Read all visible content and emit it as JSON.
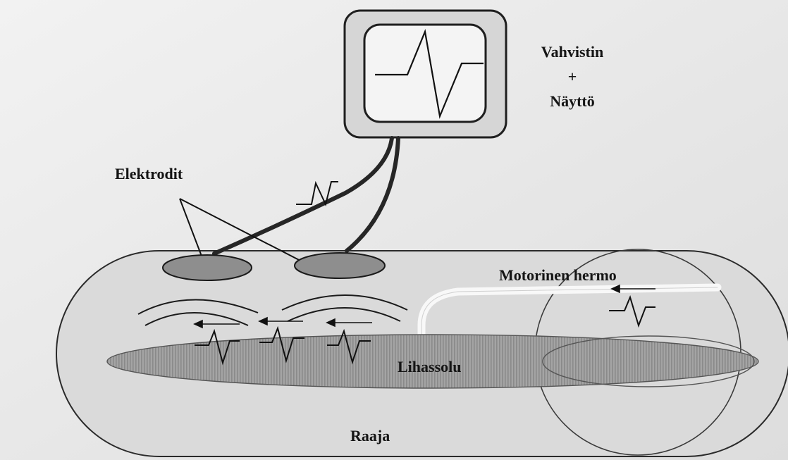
{
  "labels": {
    "amplifier_line1": "Vahvistin",
    "amplifier_line2": "+",
    "amplifier_line3": "Näyttö",
    "electrodes": "Elektrodit",
    "motor_nerve": "Motorinen hermo",
    "muscle_cell": "Lihassolu",
    "limb": "Raaja"
  },
  "colors": {
    "background": "#ececec",
    "limb_fill": "#dcdcdc",
    "muscle_fill": "#9e9e9e",
    "electrode_fill": "#8c8c8c",
    "line": "#1a1a1a",
    "nerve": "#f7f7f7"
  }
}
